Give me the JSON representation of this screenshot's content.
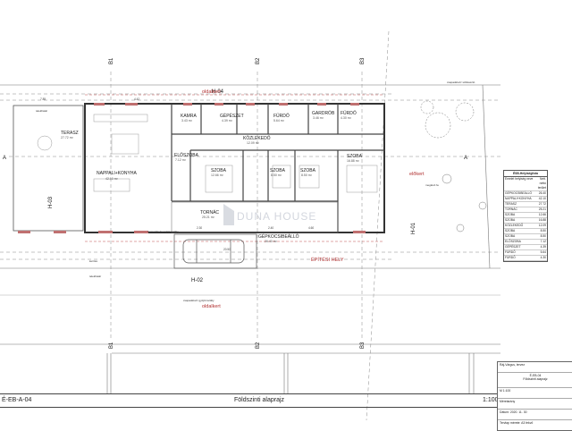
{
  "labels": {
    "oldalkert_top": "oldalkert",
    "oldalkert_bottom": "oldalkert",
    "elokert": "előkert",
    "epitesi_hely": "ÉPÍTÉSI HELY",
    "north": "É"
  },
  "axes": {
    "b1": "B1",
    "b2": "B2",
    "b3": "B3",
    "h04": "H-04",
    "h02": "H-02",
    "h03": "H-03",
    "h01": "H-01",
    "a": "A"
  },
  "rooms": {
    "terasz": {
      "name": "TERASZ",
      "area": "27.72 m²"
    },
    "nappali": {
      "name": "NAPPALI+KONYHA",
      "area": "42.10 m²"
    },
    "kamra": {
      "name": "KAMRA",
      "area": "3.43 m²"
    },
    "gepeszet": {
      "name": "GÉPÉSZET",
      "area": "4.39 m²"
    },
    "furdo1": {
      "name": "FÜRDŐ",
      "area": "5.64 m²"
    },
    "gardrob": {
      "name": "GARDRÓB",
      "area": "3.46 m²"
    },
    "furdo2": {
      "name": "FÜRDŐ",
      "area": "4.30 m²"
    },
    "kozlekedo": {
      "name": "KÖZLEKEDŐ",
      "area": "12.09 m²"
    },
    "eloszoba": {
      "name": "ELŐSZOBA",
      "area": "7.12 m²"
    },
    "szoba1": {
      "name": "SZOBA",
      "area": "12.66 m²"
    },
    "szoba2": {
      "name": "SZOBA",
      "area": "8.50 m²"
    },
    "szoba3": {
      "name": "SZOBA",
      "area": "8.50 m²"
    },
    "szoba4": {
      "name": "SZOBA",
      "area": "16.88 m²"
    },
    "tornac": {
      "name": "TORNÁC",
      "area": "25.21 m²"
    },
    "gepkocsibeallo": {
      "name": "GÉPKOCSIBEÁLLÓ",
      "area": "26.40 m²"
    }
  },
  "dims": {
    "d1": "7.85",
    "d2": "4.42",
    "d3": "2.30",
    "d4": "2.40",
    "d5": "4.60",
    "d6": "20.50"
  },
  "notes": {
    "n1": "csapadékvíz szikkasztó",
    "n2": "telekhatár",
    "n3": "meglévő fa",
    "n4": "csapadékvíz gyűjtő tartály",
    "n5": "kerítés",
    "n6": "telekhatár",
    "n7": "csapadékvíz gyűjtő tartály"
  },
  "legend": {
    "title": "ÉSB-Helyiséglista",
    "h_name": "Emelet helyiség neve",
    "h_area": "Nett. nettó terület",
    "rows": [
      {
        "n": "GÉPKOCSIBEÁLLÓ",
        "v": "26.40"
      },
      {
        "n": "NAPPALI+KONYHA",
        "v": "42.10"
      },
      {
        "n": "TERASZ",
        "v": "27.72"
      },
      {
        "n": "TORNÁC",
        "v": "25.21"
      },
      {
        "n": "SZOBA",
        "v": "12.66"
      },
      {
        "n": "SZOBA",
        "v": "16.88"
      },
      {
        "n": "KÖZLEKEDŐ",
        "v": "12.09"
      },
      {
        "n": "SZOBA",
        "v": "8.50"
      },
      {
        "n": "SZOBA",
        "v": "8.50"
      },
      {
        "n": "ELŐSZOBA",
        "v": "7.12"
      },
      {
        "n": "GÉPÉSZET",
        "v": "4.39"
      },
      {
        "n": "FÜRDŐ",
        "v": "5.64"
      },
      {
        "n": "FÜRDŐ",
        "v": "4.30"
      }
    ]
  },
  "titlebar": {
    "code": "É-EB-A-04",
    "title": "Földszinti alaprajz",
    "scale": "1:100"
  },
  "titleblock": {
    "r1": "Ráj-Várgus, tervez",
    "r2": "É-EB-04",
    "r3": "Földszinti alaprajz",
    "r4": "M 1:100",
    "r5": "Méretarány",
    "r6": "Dátum: 2020. 11. 30",
    "r7": "Tervlap mérete: A3 fekvő"
  },
  "watermark": "DUNA HOUSE"
}
